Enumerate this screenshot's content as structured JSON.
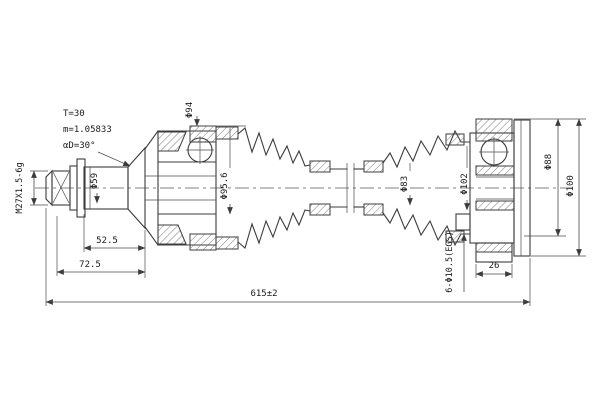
{
  "drawing": {
    "title": "drive-shaft-cv-axle-technical-drawing",
    "spline": {
      "teeth": "T=30",
      "module": "m=1.05833",
      "pressure_angle": "αD=30°"
    },
    "thread": "M27X1.5-6g",
    "dims": {
      "d59": "Φ59",
      "d94": "Φ94",
      "d95_6": "Φ95.6",
      "d83": "Φ83",
      "d102": "Φ102",
      "d88": "Φ88",
      "d100": "Φ100",
      "l52_5": "52.5",
      "l72_5": "72.5",
      "total": "615±2",
      "l26": "26"
    },
    "holes_note": "6-Φ10.5(EGS)",
    "colors": {
      "line": "#3c3c3c",
      "background": "#ffffff"
    }
  }
}
